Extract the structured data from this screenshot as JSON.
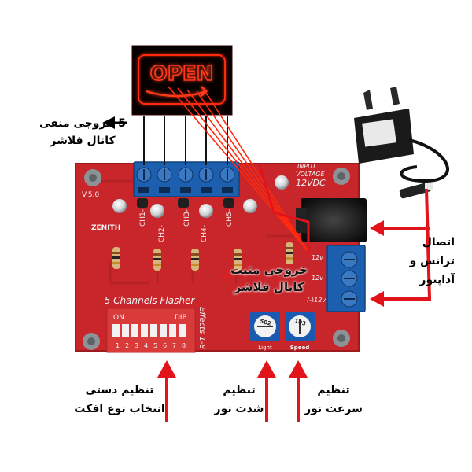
{
  "annotations": {
    "negative_output": [
      "5 خروجی منفی",
      "کانال فلاشر"
    ],
    "power_connection": [
      "اتصال",
      "ترانس و",
      "آداپتور"
    ],
    "positive_output": [
      "خروجی مثبت",
      "کانال فلاشر"
    ],
    "positive_symbol": "+",
    "effect_select": [
      "تنظیم دستی",
      "انتخاب نوع افکت"
    ],
    "brightness": [
      "تنظیم",
      "شدت نور"
    ],
    "speed": [
      "تنظیم",
      "سرعت نور"
    ]
  },
  "board": {
    "version": "V.5.0",
    "brand": "ZENITH",
    "title": "5 Channels Flasher",
    "effects": "Effects 1-8",
    "input_lines": [
      "INPUT",
      "VOLTAGE",
      "12VDC"
    ],
    "channels": [
      "CH1-",
      "CH2-",
      "CH3-",
      "CH4-",
      "CH5-"
    ],
    "dip_on": "ON",
    "dip_label": "DIP",
    "dip_numbers": [
      "1",
      "2",
      "3",
      "4",
      "5",
      "6",
      "7",
      "8"
    ],
    "terminal_labels": [
      "12v",
      "12v",
      "(-)12v"
    ],
    "pot_labels": [
      "Light",
      "Speed"
    ],
    "pot_values": [
      "502",
      "103"
    ]
  },
  "sign": {
    "text": "OPEN"
  },
  "colors": {
    "pcb": "#c8262b",
    "pcb_dark": "#a01c20",
    "terminal_blue": "#1c5fae",
    "arrow_red": "#e0141a",
    "neon_red": "#ff3a1a",
    "adapter_black": "#161616"
  }
}
